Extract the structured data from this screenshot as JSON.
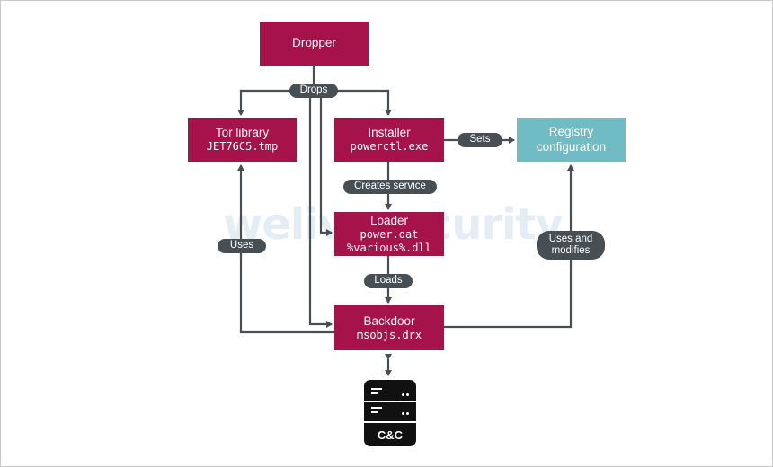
{
  "watermark": "welivesecurity",
  "nodes": {
    "dropper": {
      "title": "Dropper"
    },
    "tor": {
      "title": "Tor library",
      "file": "JET76C5.tmp"
    },
    "installer": {
      "title": "Installer",
      "file": "powerctl.exe"
    },
    "registry": {
      "line1": "Registry",
      "line2": "configuration"
    },
    "loader": {
      "title": "Loader",
      "file1": "power.dat",
      "file2": "%various%.dll"
    },
    "backdoor": {
      "title": "Backdoor",
      "file": "msobjs.drx"
    },
    "cc": {
      "label": "C&C",
      "icon": "server-icon"
    }
  },
  "edges": {
    "drops": "Drops",
    "sets": "Sets",
    "creates_service": "Creates service",
    "loads": "Loads",
    "uses": "Uses",
    "uses_and_modifies_line1": "Uses and",
    "uses_and_modifies_line2": "modifies"
  },
  "colors": {
    "node": "#a6124a",
    "registry": "#6fbcc4",
    "edge_label": "#474f55",
    "arrow": "#474f55"
  }
}
